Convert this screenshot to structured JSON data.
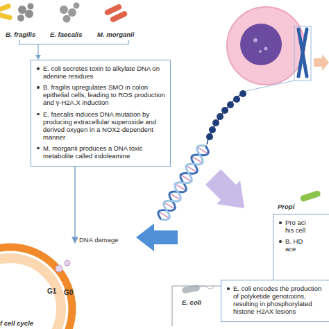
{
  "diagram": {
    "nodes": [
      {
        "text": [
          "E. coli secretes toxin to alkylate DNA on adenine residues",
          "B. fragilis upregulates SMO in colon epithelial cells, leading to ROS production and γ-H2A.X induction",
          "E. faecalis induces DNA mutation by producing extracellular superoxide and derived oxygen in a NOX2-dependent manner",
          "M. morganii produces a DNA toxic metabolite called indoleamine"
        ]
      },
      {
        "text": [
          "Pro aci his cell",
          "B. HD ace"
        ]
      },
      {
        "text": [
          "E. coli encodes the production of polyketide genotoxins, resulting in phosphorylated histone H2AX lesions"
        ]
      },
      {
        "text": [
          "G1",
          "G0"
        ]
      }
    ],
    "edges": [
      {
        "from": 0,
        "to": 3,
        "label": "DNA damage",
        "arrow": "to"
      }
    ],
    "labels": [
      "B. fragilis",
      "E. faecalis",
      "M. morganii",
      "Propi",
      "E. coli",
      "f cell cycle"
    ]
  }
}
